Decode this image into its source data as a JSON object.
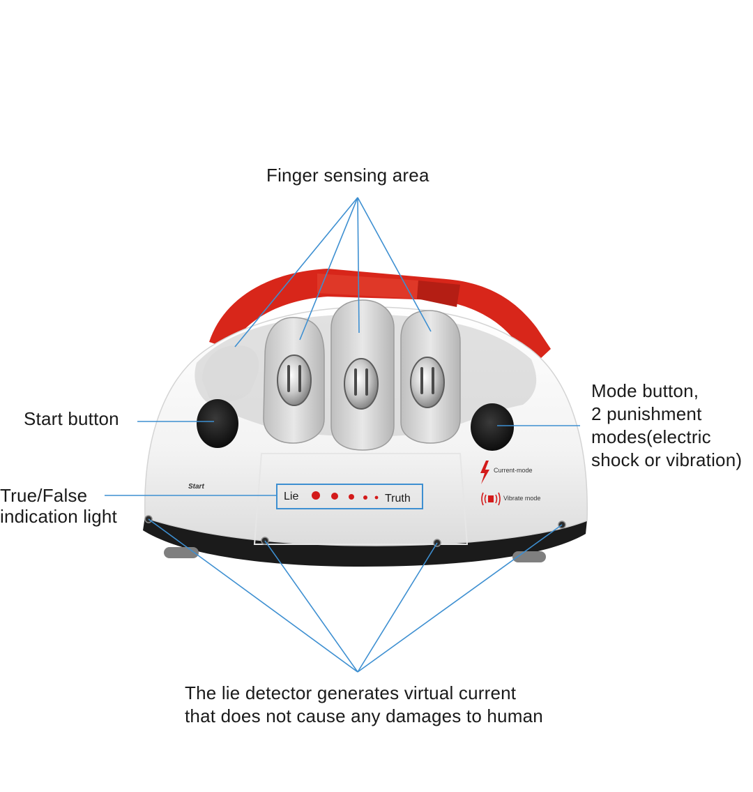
{
  "labels": {
    "finger_sensing": "Finger sensing area",
    "start_button": "Start button",
    "true_false": [
      "True/False",
      "indication light"
    ],
    "mode_button": [
      "Mode button,",
      "2 punishment",
      "modes(electric",
      "shock or vibration)"
    ],
    "virtual_current": [
      "The lie detector generates virtual current",
      "that does not cause any damages to human"
    ]
  },
  "device": {
    "start_label": "Start",
    "indicator": {
      "lie": "Lie",
      "truth": "Truth"
    },
    "modes": {
      "current": "Current-mode",
      "vibrate": "Vibrate mode"
    }
  },
  "colors": {
    "callout_line": "#3d8fd1",
    "strap": "#d8261a",
    "body": "#f1f1f1",
    "base": "#1b1b1b",
    "indicator_led": "#d31b1b",
    "indicator_box": "#3d8fd1"
  },
  "icons": [
    "lightning-icon",
    "vibration-icon"
  ]
}
